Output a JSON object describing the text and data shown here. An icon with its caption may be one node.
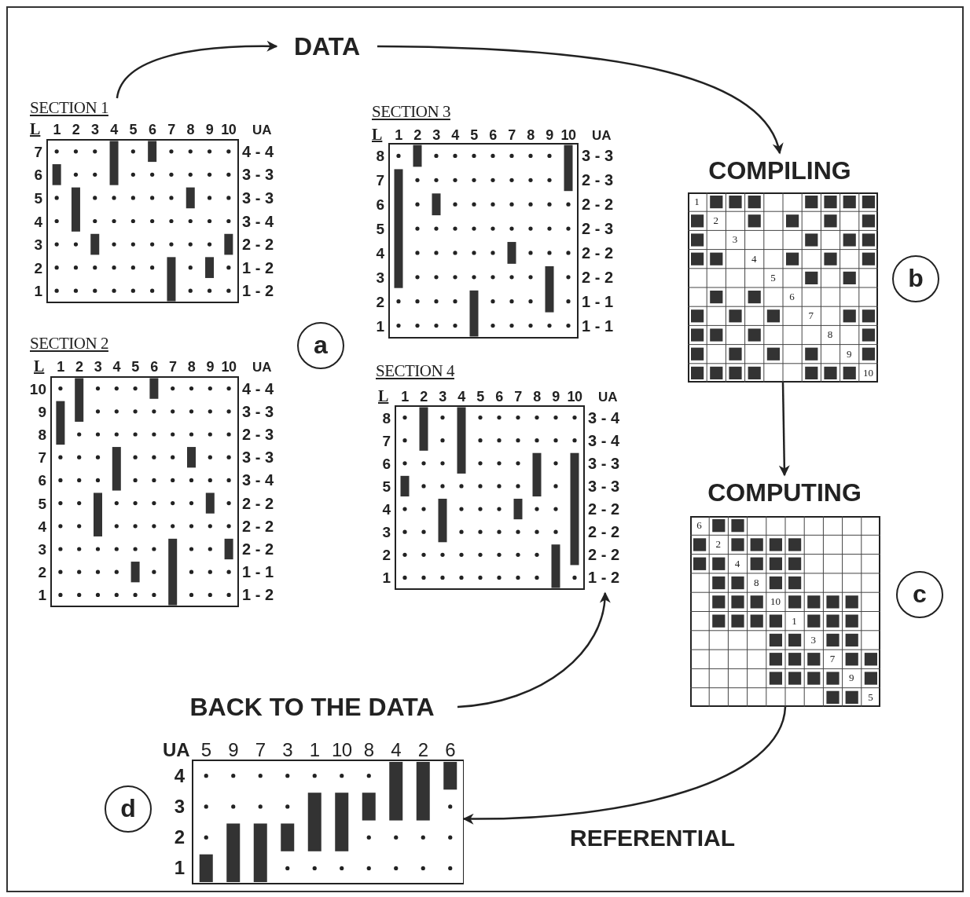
{
  "diagram": {
    "nodes": [
      {
        "text": [
          "DATA"
        ]
      },
      {
        "text": [
          "SECTION 1",
          "L",
          "1",
          "2",
          "3",
          "4",
          "5",
          "6",
          "7",
          "8",
          "9",
          "10",
          "UA",
          "7",
          "4 - 4",
          "6",
          "3 - 3",
          "5",
          "3 - 3",
          "4",
          "3 - 4",
          "3",
          "2 - 2",
          "2",
          "1 - 2",
          "1",
          "1 - 2"
        ]
      },
      {
        "text": [
          "SECTION 3",
          "L",
          "1",
          "2",
          "3",
          "4",
          "5",
          "6",
          "7",
          "8",
          "9",
          "10",
          "UA",
          "8",
          "3 - 3",
          "7",
          "2 - 3",
          "6",
          "2 - 2",
          "5",
          "2 - 3",
          "4",
          "2 - 2",
          "3",
          "2 - 2",
          "2",
          "1 - 1",
          "1",
          "1 - 1"
        ]
      },
      {
        "text": [
          "COMPILING"
        ]
      },
      {
        "text": [
          "1",
          "2",
          "3",
          "4",
          "5",
          "6",
          "7",
          "8",
          "9",
          "10"
        ]
      },
      {
        "text": [
          "b"
        ]
      },
      {
        "text": [
          "a"
        ]
      },
      {
        "text": [
          "SECTION 2",
          "L",
          "1",
          "2",
          "3",
          "4",
          "5",
          "6",
          "7",
          "8",
          "9",
          "10",
          "UA",
          "10",
          "4 - 4",
          "9",
          "3 - 3",
          "8",
          "2 - 3",
          "7",
          "3 - 3",
          "6",
          "3 - 4",
          "5",
          "2 - 2",
          "4",
          "2 - 2",
          "3",
          "2 - 2",
          "2",
          "1 - 1",
          "1",
          "1 - 2"
        ]
      },
      {
        "text": [
          "SECTION 4",
          "L",
          "1",
          "2",
          "3",
          "4",
          "5",
          "6",
          "7",
          "8",
          "9",
          "10",
          "UA",
          "8",
          "3 - 4",
          "7",
          "3 - 4",
          "6",
          "3 - 3",
          "5",
          "3 - 3",
          "4",
          "2 - 2",
          "3",
          "2 - 2",
          "2",
          "2 - 2",
          "1",
          "1 - 2"
        ]
      },
      {
        "text": [
          "COMPUTING"
        ]
      },
      {
        "text": [
          "6",
          "2",
          "4",
          "8",
          "10",
          "1",
          "3",
          "7",
          "9",
          "5"
        ]
      },
      {
        "text": [
          "c"
        ]
      },
      {
        "text": [
          "BACK TO THE DATA"
        ]
      },
      {
        "text": [
          "d"
        ]
      },
      {
        "text": [
          "UA",
          "5",
          "9",
          "7",
          "3",
          "1",
          "10",
          "8",
          "4",
          "2",
          "6",
          "4",
          "3",
          "2",
          "1"
        ]
      }
    ],
    "edges": [
      {
        "from": 1,
        "to": 0,
        "arrow": "to"
      },
      {
        "from": 0,
        "to": 3,
        "arrow": "to"
      },
      {
        "from": 4,
        "to": 9,
        "arrow": "to"
      },
      {
        "from": 10,
        "to": 14,
        "arrow": "to",
        "label": "REFERENTIAL"
      },
      {
        "from": 12,
        "to": 8,
        "arrow": "to"
      }
    ]
  }
}
